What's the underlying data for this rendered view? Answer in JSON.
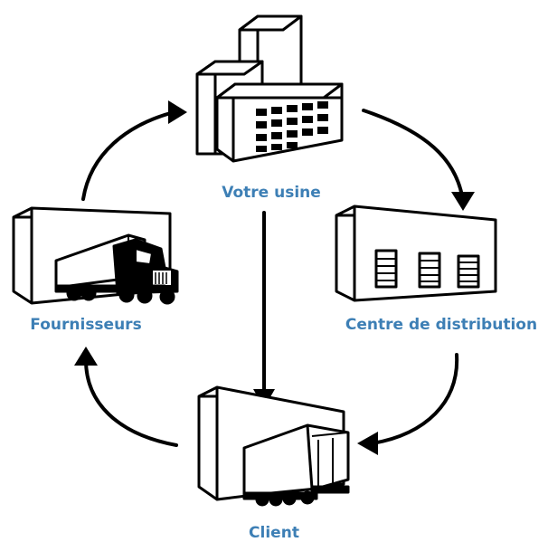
{
  "colors": {
    "label": "#3d7fb5",
    "ink": "#000000",
    "paper": "#ffffff"
  },
  "nodes": {
    "factory": {
      "label": "Votre usine",
      "icon": "factory-icon"
    },
    "distribution_center": {
      "label": "Centre de distribution",
      "icon": "warehouse-icon"
    },
    "client": {
      "label": "Client",
      "icon": "loading-dock-truck-icon"
    },
    "suppliers": {
      "label": "Fournisseurs",
      "icon": "semi-truck-icon"
    }
  },
  "edges": [
    {
      "from": "factory",
      "to": "distribution_center"
    },
    {
      "from": "distribution_center",
      "to": "client"
    },
    {
      "from": "client",
      "to": "suppliers"
    },
    {
      "from": "suppliers",
      "to": "factory"
    },
    {
      "from": "factory",
      "to": "client"
    }
  ]
}
